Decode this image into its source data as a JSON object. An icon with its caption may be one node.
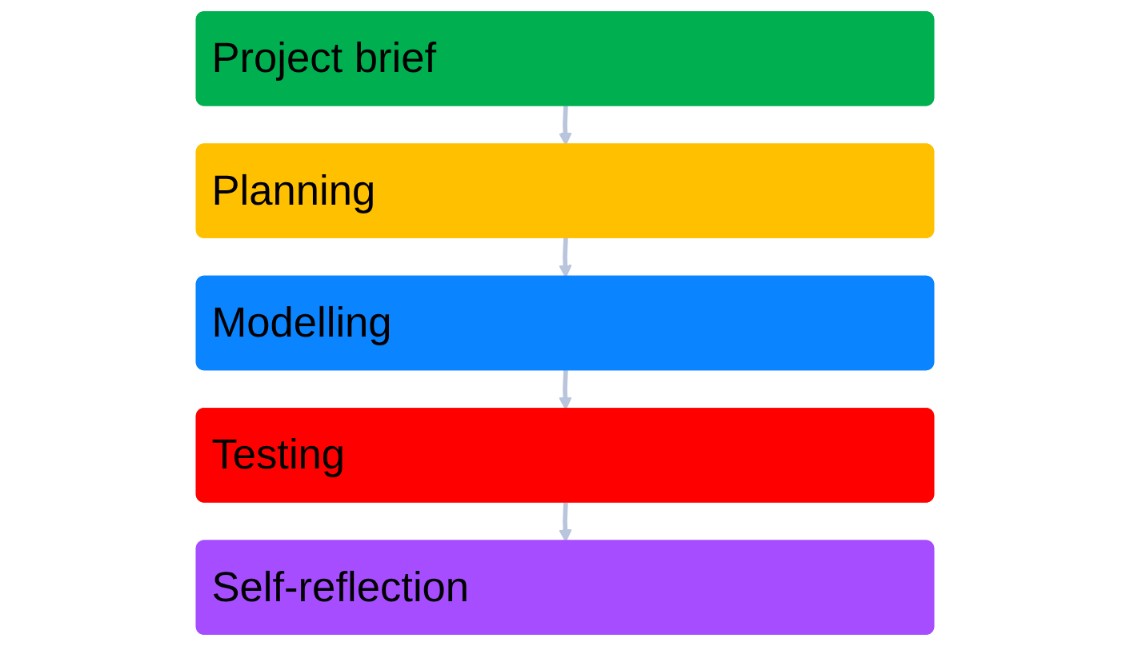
{
  "diagram": {
    "nodes": [
      {
        "text": [
          "Project brief"
        ]
      },
      {
        "text": [
          "Planning"
        ]
      },
      {
        "text": [
          "Modelling"
        ]
      },
      {
        "text": [
          "Testing"
        ]
      },
      {
        "text": [
          "Self-reflection"
        ]
      }
    ],
    "edges": [
      {
        "from": 0,
        "to": 1,
        "arrow": "to"
      },
      {
        "from": 1,
        "to": 2,
        "arrow": "to"
      },
      {
        "from": 2,
        "to": 3,
        "arrow": "to"
      },
      {
        "from": 3,
        "to": 4,
        "arrow": "to"
      }
    ]
  }
}
